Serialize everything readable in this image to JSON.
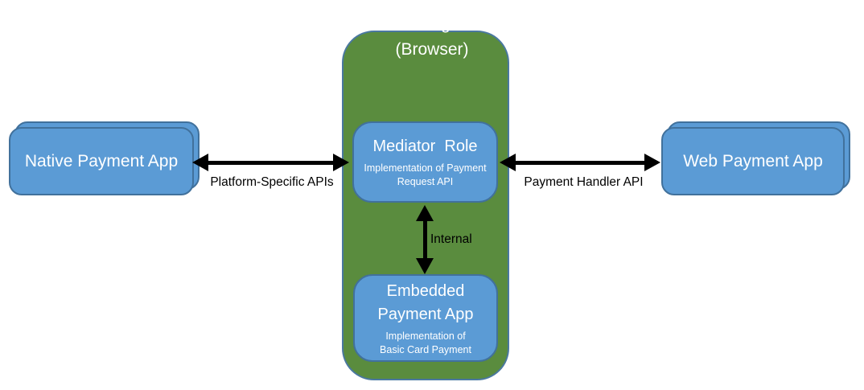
{
  "diagram": {
    "user_agent": {
      "title": "User Agent\n(Browser)"
    },
    "mediator": {
      "title": "Mediator  Role",
      "subtitle": "Implementation of Payment\nRequest API"
    },
    "embedded": {
      "title": "Embedded\nPayment App",
      "subtitle": "Implementation of\nBasic Card Payment"
    },
    "native_app": {
      "title": "Native Payment App"
    },
    "web_app": {
      "title": "Web Payment App"
    },
    "connections": {
      "platform_label": "Platform-Specific APIs",
      "handler_label": "Payment Handler API",
      "internal_label": "Internal"
    },
    "colors": {
      "box_fill": "#5b9bd5",
      "box_border": "#41719c",
      "container_fill": "#5a8c3e",
      "container_border": "#4a78a0",
      "arrow": "#000000",
      "box_text": "#ffffff",
      "label_text": "#000000"
    }
  }
}
